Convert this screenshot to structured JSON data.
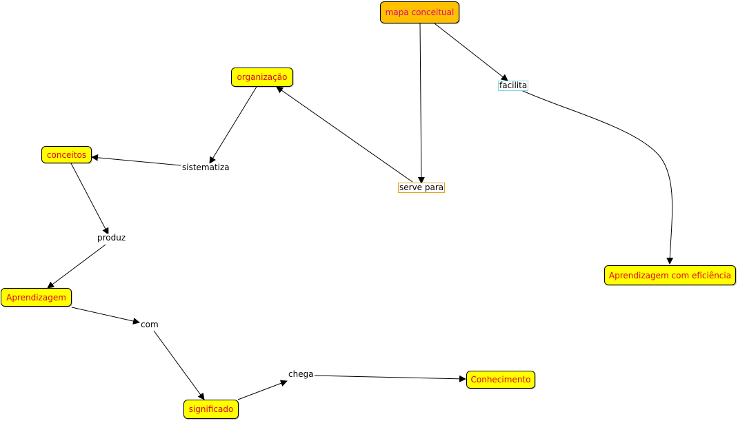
{
  "concepts": {
    "mapa_conceitual": "mapa conceitual",
    "organizacao": "organização",
    "conceitos": "conceitos",
    "aprendizagem": "Aprendizagem",
    "significado": "significado",
    "conhecimento": "Conhecimento",
    "aprendizagem_eficiencia": "Aprendizagem com eficiência"
  },
  "links": {
    "facilita": "facilita",
    "serve_para": "serve para",
    "sistematiza": "sistematiza",
    "produz": "produz",
    "com": "com",
    "chega": "chega"
  },
  "colors": {
    "concept_fill": "#ffff00",
    "root_fill": "#ffc000",
    "concept_text": "#e0001b",
    "root_text": "#e0007a"
  }
}
